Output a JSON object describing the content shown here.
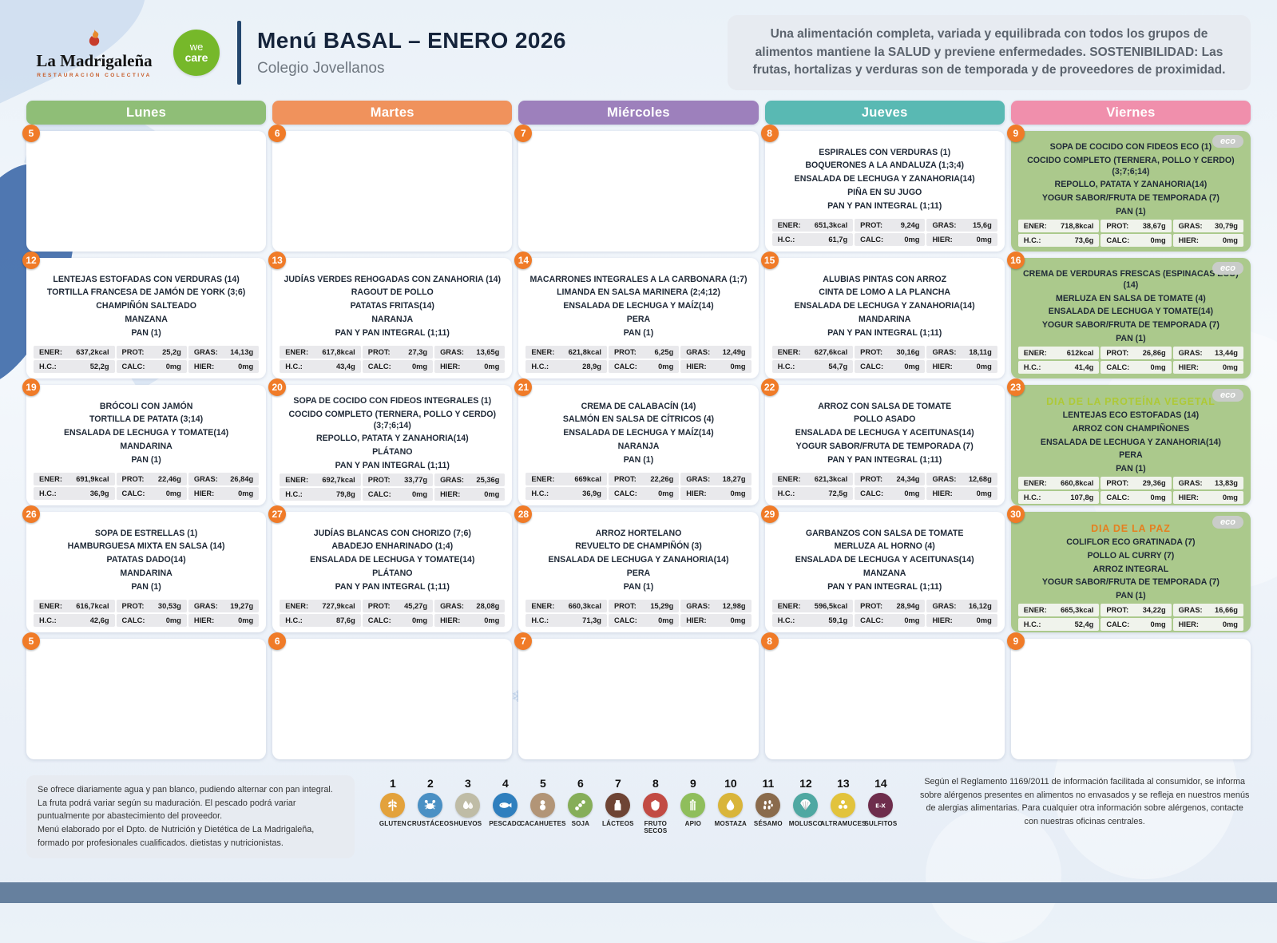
{
  "header": {
    "brand": "La Madrigaleña",
    "brand_tagline": "RESTAURACIÓN COLECTIVA",
    "wecare_line1": "we",
    "wecare_line2": "care",
    "title": "Menú BASAL – ENERO 2026",
    "subtitle": "Colegio Jovellanos",
    "info": "Una alimentación completa, variada y equilibrada con todos los grupos de alimentos mantiene la SALUD y previene enfermedades. SOSTENIBILIDAD: Las frutas, hortalizas y verduras son de temporada y de proveedores de proximidad."
  },
  "day_headers": [
    {
      "label": "Lunes",
      "color": "#8FBE77"
    },
    {
      "label": "Martes",
      "color": "#F0925C"
    },
    {
      "label": "Miércoles",
      "color": "#9D80BC"
    },
    {
      "label": "Jueves",
      "color": "#59B9B3"
    },
    {
      "label": "Viernes",
      "color": "#F08FAC"
    }
  ],
  "eco_label": "eco",
  "nutrition_labels": {
    "ener": "ENER:",
    "prot": "PROT:",
    "gras": "GRAS:",
    "hc": "H.C.:",
    "calc": "CALC:",
    "hier": "HIER:"
  },
  "weeks": [
    [
      {
        "num": "5"
      },
      {
        "num": "6"
      },
      {
        "num": "7"
      },
      {
        "num": "8",
        "lines": [
          "ESPIRALES CON VERDURAS (1)",
          "BOQUERONES A LA ANDALUZA (1;3;4)",
          "ENSALADA DE LECHUGA Y ZANAHORIA(14)",
          "PIÑA EN SU JUGO",
          "PAN Y PAN INTEGRAL (1;11)"
        ],
        "nutrition": {
          "ener": "651,3kcal",
          "prot": "9,24g",
          "gras": "15,6g",
          "hc": "61,7g",
          "calc": "0mg",
          "hier": "0mg"
        }
      },
      {
        "num": "9",
        "eco": true,
        "lines": [
          "SOPA DE COCIDO CON FIDEOS ECO (1)",
          "COCIDO COMPLETO (TERNERA, POLLO Y CERDO) (3;7;6;14)",
          "REPOLLO, PATATA Y ZANAHORIA(14)",
          "YOGUR SABOR/FRUTA DE TEMPORADA (7)",
          "PAN (1)"
        ],
        "nutrition": {
          "ener": "718,8kcal",
          "prot": "38,67g",
          "gras": "30,79g",
          "hc": "73,6g",
          "calc": "0mg",
          "hier": "0mg"
        }
      }
    ],
    [
      {
        "num": "12",
        "lines": [
          "LENTEJAS ESTOFADAS CON VERDURAS (14)",
          "TORTILLA FRANCESA DE JAMÓN DE YORK (3;6)",
          "CHAMPIÑÓN SALTEADO",
          "MANZANA",
          "PAN (1)"
        ],
        "nutrition": {
          "ener": "637,2kcal",
          "prot": "25,2g",
          "gras": "14,13g",
          "hc": "52,2g",
          "calc": "0mg",
          "hier": "0mg"
        }
      },
      {
        "num": "13",
        "lines": [
          "JUDÍAS VERDES REHOGADAS CON ZANAHORIA (14)",
          "RAGOUT DE POLLO",
          "PATATAS FRITAS(14)",
          "NARANJA",
          "PAN Y PAN INTEGRAL (1;11)"
        ],
        "nutrition": {
          "ener": "617,8kcal",
          "prot": "27,3g",
          "gras": "13,65g",
          "hc": "43,4g",
          "calc": "0mg",
          "hier": "0mg"
        }
      },
      {
        "num": "14",
        "lines": [
          "MACARRONES INTEGRALES A LA CARBONARA (1;7)",
          "LIMANDA EN SALSA MARINERA (2;4;12)",
          "ENSALADA DE LECHUGA Y MAÍZ(14)",
          "PERA",
          "PAN (1)"
        ],
        "nutrition": {
          "ener": "621,8kcal",
          "prot": "6,25g",
          "gras": "12,49g",
          "hc": "28,9g",
          "calc": "0mg",
          "hier": "0mg"
        }
      },
      {
        "num": "15",
        "lines": [
          "ALUBIAS PINTAS CON ARROZ",
          "CINTA DE LOMO A LA PLANCHA",
          "ENSALADA DE LECHUGA Y ZANAHORIA(14)",
          "MANDARINA",
          "PAN Y PAN INTEGRAL (1;11)"
        ],
        "nutrition": {
          "ener": "627,6kcal",
          "prot": "30,16g",
          "gras": "18,11g",
          "hc": "54,7g",
          "calc": "0mg",
          "hier": "0mg"
        }
      },
      {
        "num": "16",
        "eco": true,
        "lines": [
          "CREMA DE VERDURAS FRESCAS (ESPINACAS ECO) (14)",
          "MERLUZA EN SALSA DE TOMATE (4)",
          "ENSALADA DE LECHUGA Y TOMATE(14)",
          "YOGUR SABOR/FRUTA DE TEMPORADA (7)",
          "PAN (1)"
        ],
        "nutrition": {
          "ener": "612kcal",
          "prot": "26,86g",
          "gras": "13,44g",
          "hc": "41,4g",
          "calc": "0mg",
          "hier": "0mg"
        }
      }
    ],
    [
      {
        "num": "19",
        "lines": [
          "BRÓCOLI CON JAMÓN",
          "TORTILLA DE PATATA (3;14)",
          "ENSALADA DE LECHUGA Y TOMATE(14)",
          "MANDARINA",
          "PAN (1)"
        ],
        "nutrition": {
          "ener": "691,9kcal",
          "prot": "22,46g",
          "gras": "26,84g",
          "hc": "36,9g",
          "calc": "0mg",
          "hier": "0mg"
        }
      },
      {
        "num": "20",
        "lines": [
          "SOPA DE COCIDO CON FIDEOS INTEGRALES (1)",
          "COCIDO COMPLETO (TERNERA, POLLO Y CERDO) (3;7;6;14)",
          "REPOLLO, PATATA Y ZANAHORIA(14)",
          "PLÁTANO",
          "PAN Y PAN INTEGRAL (1;11)"
        ],
        "nutrition": {
          "ener": "692,7kcal",
          "prot": "33,77g",
          "gras": "25,36g",
          "hc": "79,8g",
          "calc": "0mg",
          "hier": "0mg"
        }
      },
      {
        "num": "21",
        "lines": [
          "CREMA DE CALABACÍN (14)",
          "SALMÓN EN SALSA DE CÍTRICOS (4)",
          "ENSALADA DE LECHUGA Y MAÍZ(14)",
          "NARANJA",
          "PAN (1)"
        ],
        "nutrition": {
          "ener": "669kcal",
          "prot": "22,26g",
          "gras": "18,27g",
          "hc": "36,9g",
          "calc": "0mg",
          "hier": "0mg"
        }
      },
      {
        "num": "22",
        "lines": [
          "ARROZ CON SALSA DE TOMATE",
          "POLLO ASADO",
          "ENSALADA DE LECHUGA Y ACEITUNAS(14)",
          "YOGUR SABOR/FRUTA DE TEMPORADA (7)",
          "PAN Y PAN INTEGRAL (1;11)"
        ],
        "nutrition": {
          "ener": "621,3kcal",
          "prot": "24,34g",
          "gras": "12,68g",
          "hc": "72,5g",
          "calc": "0mg",
          "hier": "0mg"
        }
      },
      {
        "num": "23",
        "eco": true,
        "special": {
          "text": "DIA DE LA PROTEÍNA VEGETAL",
          "color": "#AEC937"
        },
        "lines": [
          "LENTEJAS ECO ESTOFADAS (14)",
          "ARROZ CON CHAMPIÑONES",
          "ENSALADA DE LECHUGA Y ZANAHORIA(14)",
          "PERA",
          "PAN (1)"
        ],
        "nutrition": {
          "ener": "660,8kcal",
          "prot": "29,36g",
          "gras": "13,83g",
          "hc": "107,8g",
          "calc": "0mg",
          "hier": "0mg"
        }
      }
    ],
    [
      {
        "num": "26",
        "lines": [
          "SOPA DE ESTRELLAS (1)",
          "HAMBURGUESA MIXTA EN SALSA (14)",
          "PATATAS DADO(14)",
          "MANDARINA",
          "PAN (1)"
        ],
        "nutrition": {
          "ener": "616,7kcal",
          "prot": "30,53g",
          "gras": "19,27g",
          "hc": "42,6g",
          "calc": "0mg",
          "hier": "0mg"
        }
      },
      {
        "num": "27",
        "lines": [
          "JUDÍAS BLANCAS CON CHORIZO (7;6)",
          "ABADEJO ENHARINADO (1;4)",
          "ENSALADA DE LECHUGA Y TOMATE(14)",
          "PLÁTANO",
          "PAN Y PAN INTEGRAL (1;11)"
        ],
        "nutrition": {
          "ener": "727,9kcal",
          "prot": "45,27g",
          "gras": "28,08g",
          "hc": "87,6g",
          "calc": "0mg",
          "hier": "0mg"
        }
      },
      {
        "num": "28",
        "lines": [
          "ARROZ HORTELANO",
          "REVUELTO DE CHAMPIÑÓN (3)",
          "ENSALADA DE LECHUGA Y ZANAHORIA(14)",
          "PERA",
          "PAN (1)"
        ],
        "nutrition": {
          "ener": "660,3kcal",
          "prot": "15,29g",
          "gras": "12,98g",
          "hc": "71,3g",
          "calc": "0mg",
          "hier": "0mg"
        }
      },
      {
        "num": "29",
        "lines": [
          "GARBANZOS CON SALSA DE TOMATE",
          "MERLUZA AL HORNO (4)",
          "ENSALADA DE LECHUGA Y ACEITUNAS(14)",
          "MANZANA",
          "PAN Y PAN INTEGRAL (1;11)"
        ],
        "nutrition": {
          "ener": "596,5kcal",
          "prot": "28,94g",
          "gras": "16,12g",
          "hc": "59,1g",
          "calc": "0mg",
          "hier": "0mg"
        }
      },
      {
        "num": "30",
        "eco": true,
        "special": {
          "text": "DIA DE LA PAZ",
          "color": "#E5801F"
        },
        "lines": [
          "COLIFLOR ECO GRATINADA (7)",
          "POLLO AL CURRY (7)",
          "ARROZ INTEGRAL",
          "YOGUR SABOR/FRUTA DE TEMPORADA (7)",
          "PAN (1)"
        ],
        "nutrition": {
          "ener": "665,3kcal",
          "prot": "34,22g",
          "gras": "16,66g",
          "hc": "52,4g",
          "calc": "0mg",
          "hier": "0mg"
        }
      }
    ],
    [
      {
        "num": "5"
      },
      {
        "num": "6"
      },
      {
        "num": "7"
      },
      {
        "num": "8"
      },
      {
        "num": "9"
      }
    ]
  ],
  "footer": {
    "left_lines": [
      "Se ofrece diariamente agua y pan blanco, pudiendo alternar con pan integral.",
      "La fruta podrá variar según su maduración. El pescado podrá variar puntualmente por abastecimiento del proveedor.",
      "Menú elaborado por el Dpto. de Nutrición y Dietética de La Madrigaleña, formado por profesionales cualificados. dietistas y nutricionistas."
    ],
    "right_text": "Según el Reglamento 1169/2011 de información facilitada al consumidor, se informa sobre alérgenos presentes en alimentos no envasados y se refleja en nuestros menús de alergias alimentarias. Para cualquier otra información sobre alérgenos, contacte con nuestras oficinas centrales."
  },
  "allergens": [
    {
      "num": "1",
      "name": "GLUTEN",
      "color": "#E3A23C",
      "icon": "wheat-icon"
    },
    {
      "num": "2",
      "name": "CRUSTÁCEOS",
      "color": "#4A90C4",
      "icon": "crab-icon"
    },
    {
      "num": "3",
      "name": "HUEVOS",
      "color": "#BFBCA6",
      "icon": "eggs-icon"
    },
    {
      "num": "4",
      "name": "PESCADO",
      "color": "#2F7FBE",
      "icon": "fish-icon"
    },
    {
      "num": "5",
      "name": "CACAHUETES",
      "color": "#B29577",
      "icon": "peanut-icon"
    },
    {
      "num": "6",
      "name": "SOJA",
      "color": "#86AE59",
      "icon": "soy-icon"
    },
    {
      "num": "7",
      "name": "LÁCTEOS",
      "color": "#6E4434",
      "icon": "milk-icon"
    },
    {
      "num": "8",
      "name": "FRUTO SECOS",
      "color": "#C24B44",
      "icon": "nuts-icon"
    },
    {
      "num": "9",
      "name": "APIO",
      "color": "#8FBE5C",
      "icon": "celery-icon"
    },
    {
      "num": "10",
      "name": "MOSTAZA",
      "color": "#D9B53A",
      "icon": "mustard-icon"
    },
    {
      "num": "11",
      "name": "SÉSAMO",
      "color": "#8A6B4C",
      "icon": "sesame-icon"
    },
    {
      "num": "12",
      "name": "MOLUSCO",
      "color": "#4FA8A2",
      "icon": "shell-icon"
    },
    {
      "num": "13",
      "name": "ALTRAMUCES",
      "color": "#E2C33C",
      "icon": "lupin-icon"
    },
    {
      "num": "14",
      "name": "SULFITOS",
      "color": "#6E2D4C",
      "icon": "sulfites-icon"
    }
  ]
}
